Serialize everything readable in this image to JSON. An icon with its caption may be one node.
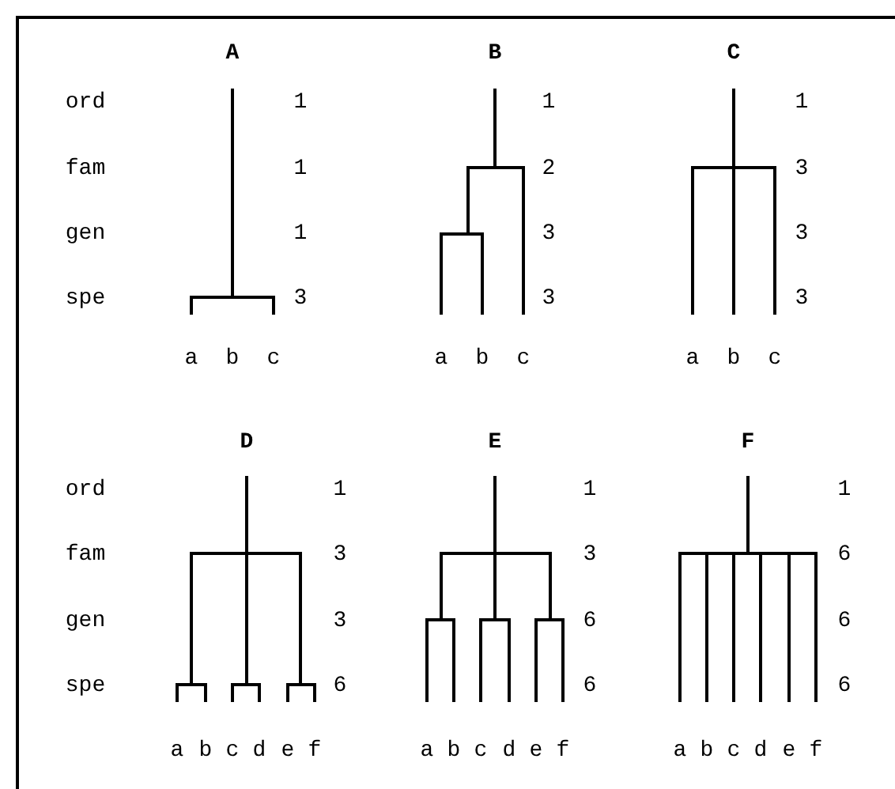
{
  "diagram": {
    "labels": [
      "A",
      "B",
      "C",
      "ord",
      "1",
      "1",
      "1",
      "fam",
      "1",
      "2",
      "3",
      "gen",
      "1",
      "3",
      "3",
      "spe",
      "3",
      "3",
      "3",
      "a",
      "b",
      "c",
      "a",
      "b",
      "c",
      "a",
      "b",
      "c",
      "D",
      "E",
      "F",
      "ord",
      "1",
      "1",
      "1",
      "fam",
      "3",
      "3",
      "6",
      "gen",
      "3",
      "6",
      "6",
      "spe",
      "6",
      "6",
      "6",
      "a",
      "b",
      "c",
      "d",
      "e",
      "f",
      "a",
      "b",
      "c",
      "d",
      "e",
      "f",
      "a",
      "b",
      "c",
      "d",
      "e",
      "f"
    ]
  }
}
